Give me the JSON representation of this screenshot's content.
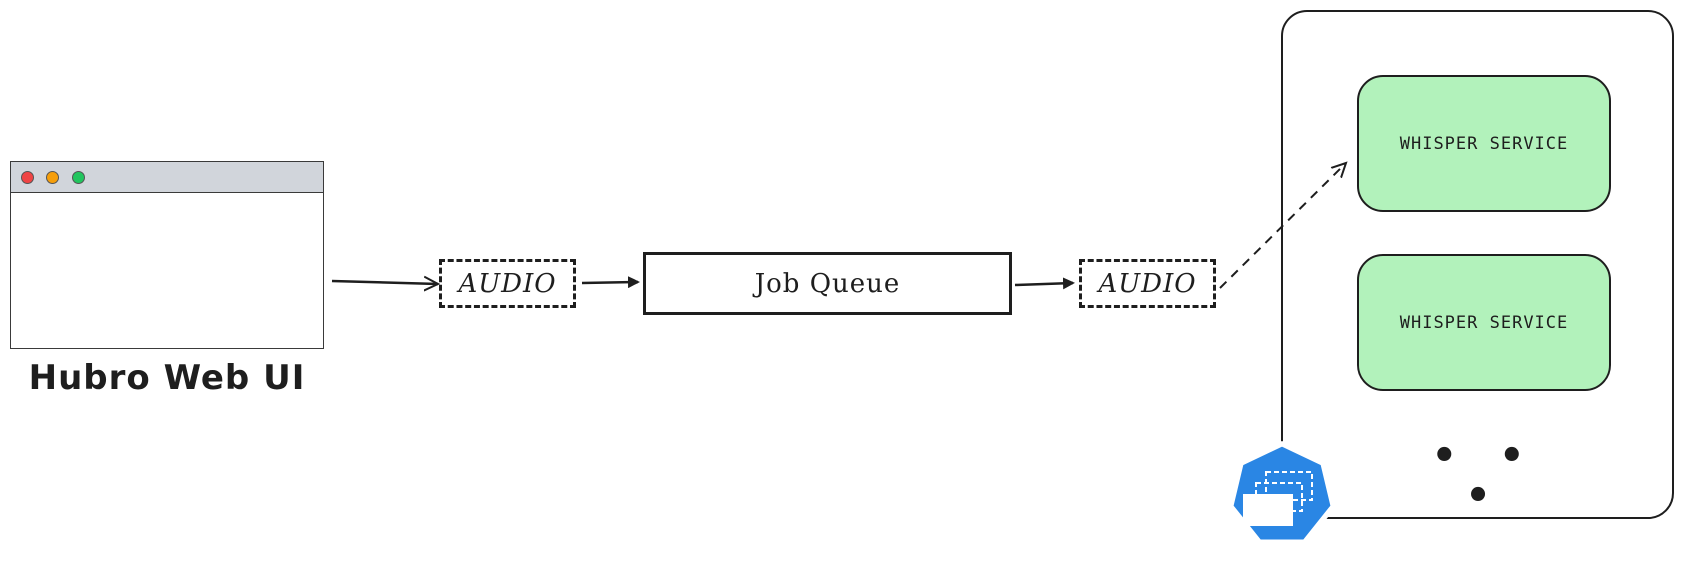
{
  "web_ui": {
    "label": "Hubro Web UI"
  },
  "audio_items": [
    {
      "label": "AUDIO"
    },
    {
      "label": "AUDIO"
    }
  ],
  "job_queue": {
    "label": "Job Queue"
  },
  "cluster": {
    "services": [
      {
        "label": "WHISPER SERVICE"
      },
      {
        "label": "WHISPER SERVICE"
      }
    ],
    "more_indicator": "• • •",
    "icon": "kubernetes-deployment-icon"
  },
  "colors": {
    "service_fill": "#b2f2bb",
    "browser_bar": "#d1d5db",
    "dot_red": "#ef4444",
    "dot_yellow": "#f59e0b",
    "dot_green": "#22c55e",
    "k8s_blue": "#2a86e4",
    "stroke": "#1e1e1e"
  }
}
